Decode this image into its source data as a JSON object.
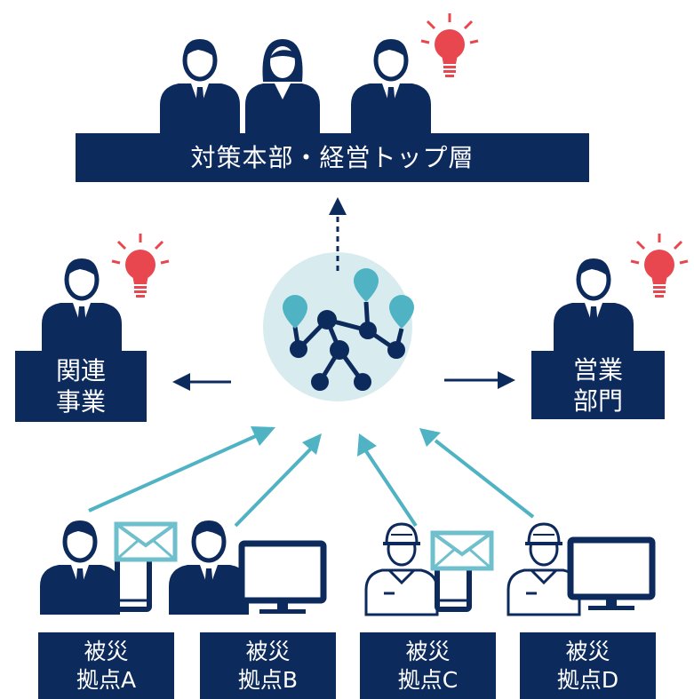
{
  "diagram": {
    "headquarters": {
      "label": "対策本部・経営トップ層"
    },
    "related_business": {
      "label": "関連\n事業"
    },
    "sales_department": {
      "label": "営業\n部門"
    },
    "sites": [
      {
        "label": "被災\n拠点A"
      },
      {
        "label": "被災\n拠点B"
      },
      {
        "label": "被災\n拠点C"
      },
      {
        "label": "被災\n拠点D"
      }
    ]
  },
  "colors": {
    "navy": "#0d2a5c",
    "teal": "#4fb3c4",
    "hub_background": "#d8ecef",
    "bulb_red": "#e8474f",
    "envelope_teal": "#6fc0cc"
  },
  "icons": [
    "person-icon",
    "woman-icon",
    "worker-cap-icon",
    "lightbulb-icon",
    "envelope-icon",
    "tablet-icon",
    "monitor-icon",
    "network-hub-icon",
    "arrow-icon"
  ]
}
